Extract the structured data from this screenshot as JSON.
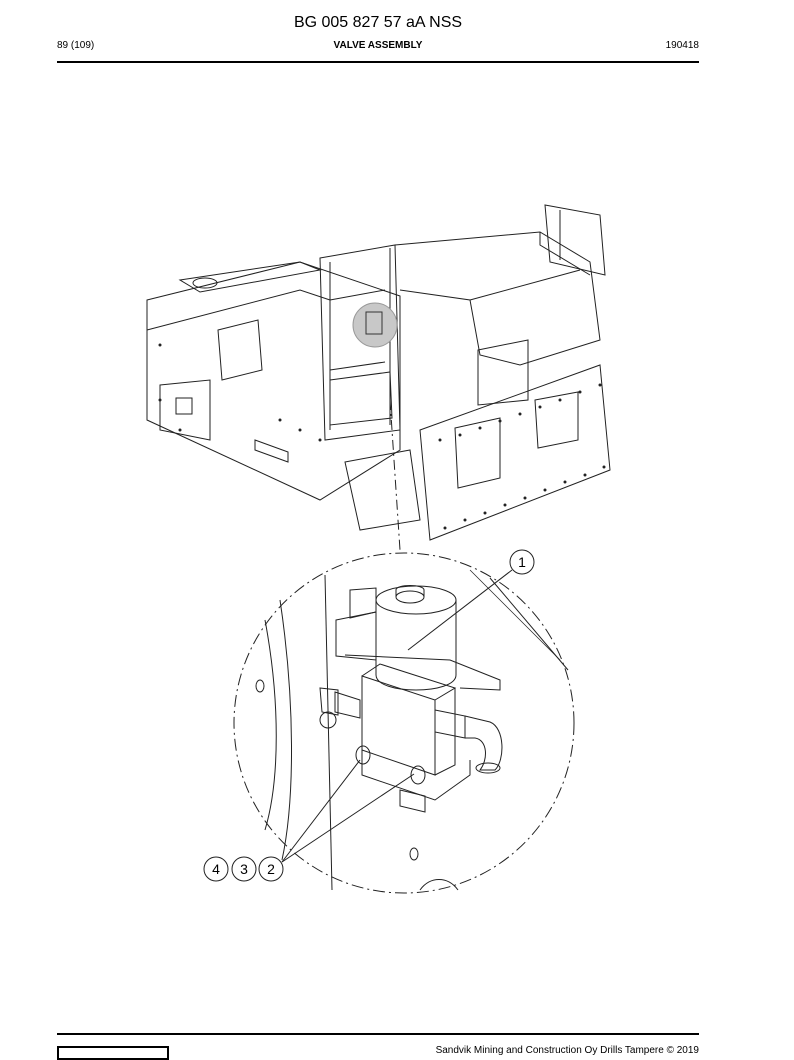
{
  "header": {
    "doc_title": "BG 005 827 57 aA NSS",
    "page": "89 (109)",
    "section_title": "VALVE ASSEMBLY",
    "date": "190418"
  },
  "callouts": [
    "1",
    "4",
    "3",
    "2"
  ],
  "footer": {
    "copyright": "Sandvik Mining and Construction Oy Drills Tampere © 2019"
  }
}
